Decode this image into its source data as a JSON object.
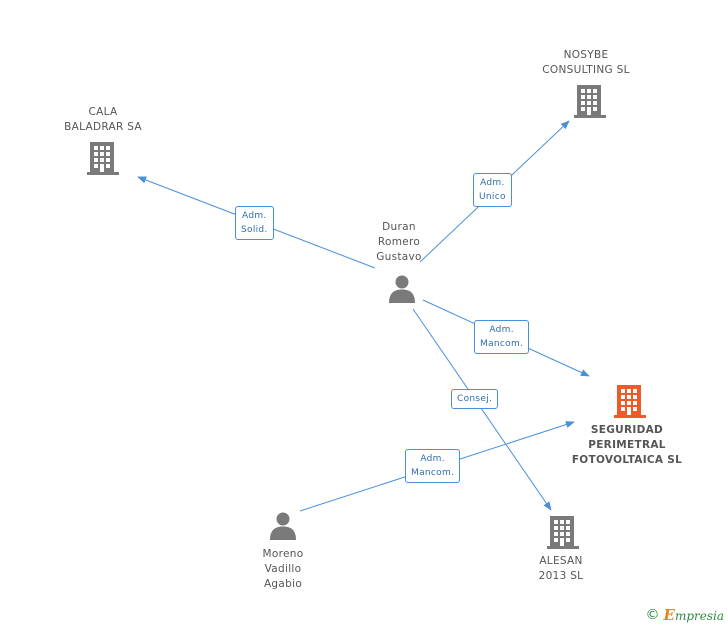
{
  "colors": {
    "edge": "#4a90d9",
    "node_icon": "#7a7a7a",
    "focus_icon": "#f05a28"
  },
  "nodes": {
    "cala": {
      "lines": [
        "CALA",
        "BALADRAR SA"
      ],
      "icon": "building-icon"
    },
    "nosybe": {
      "lines": [
        "NOSYBE",
        "CONSULTING SL"
      ],
      "icon": "building-icon"
    },
    "duran": {
      "lines": [
        "Duran",
        "Romero",
        "Gustavo"
      ],
      "icon": "person-icon"
    },
    "seguridad": {
      "lines": [
        "SEGURIDAD",
        "PERIMETRAL",
        "FOTOVOLTAICA SL"
      ],
      "icon": "building-icon"
    },
    "moreno": {
      "lines": [
        "Moreno",
        "Vadillo",
        "Agabio"
      ],
      "icon": "person-icon"
    },
    "alesan": {
      "lines": [
        "ALESAN",
        "2013 SL"
      ],
      "icon": "building-icon"
    }
  },
  "edges": {
    "cala": {
      "lines": [
        "Adm.",
        "Solid."
      ]
    },
    "nosybe": {
      "lines": [
        "Adm.",
        "Unico"
      ]
    },
    "seguridad_duran": {
      "lines": [
        "Adm.",
        "Mancom."
      ]
    },
    "alesan": {
      "lines": [
        "Consej."
      ]
    },
    "seguridad_moreno": {
      "lines": [
        "Adm.",
        "Mancom."
      ]
    }
  },
  "footer": {
    "copyright": "©",
    "brand_initial": "E",
    "brand_rest": "mpresia"
  }
}
